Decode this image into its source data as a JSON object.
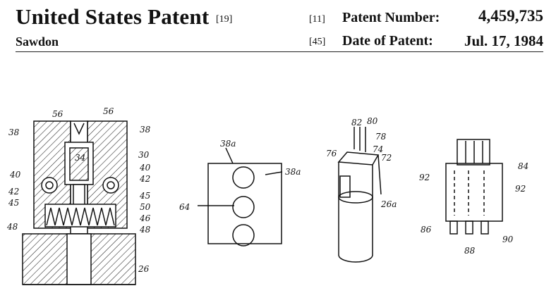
{
  "header": {
    "title": "United States Patent",
    "title_ref": "[19]",
    "inventor": "Sawdon",
    "number_ref": "[11]",
    "number_label": "Patent Number:",
    "number_value": "4,459,735",
    "date_ref": "[45]",
    "date_label": "Date of Patent:",
    "date_value": "Jul. 17, 1984"
  },
  "figures": {
    "fig_a_labels": [
      "56",
      "56",
      "38",
      "38",
      "34",
      "30",
      "40",
      "40",
      "42",
      "42",
      "45",
      "45",
      "50",
      "46",
      "48",
      "48",
      "26"
    ],
    "fig_b_labels": [
      "38a",
      "38a",
      "64"
    ],
    "fig_c_labels": [
      "82",
      "80",
      "78",
      "76",
      "74",
      "72",
      "26a"
    ],
    "fig_d_labels": [
      "84",
      "92",
      "92",
      "86",
      "88",
      "90"
    ]
  }
}
